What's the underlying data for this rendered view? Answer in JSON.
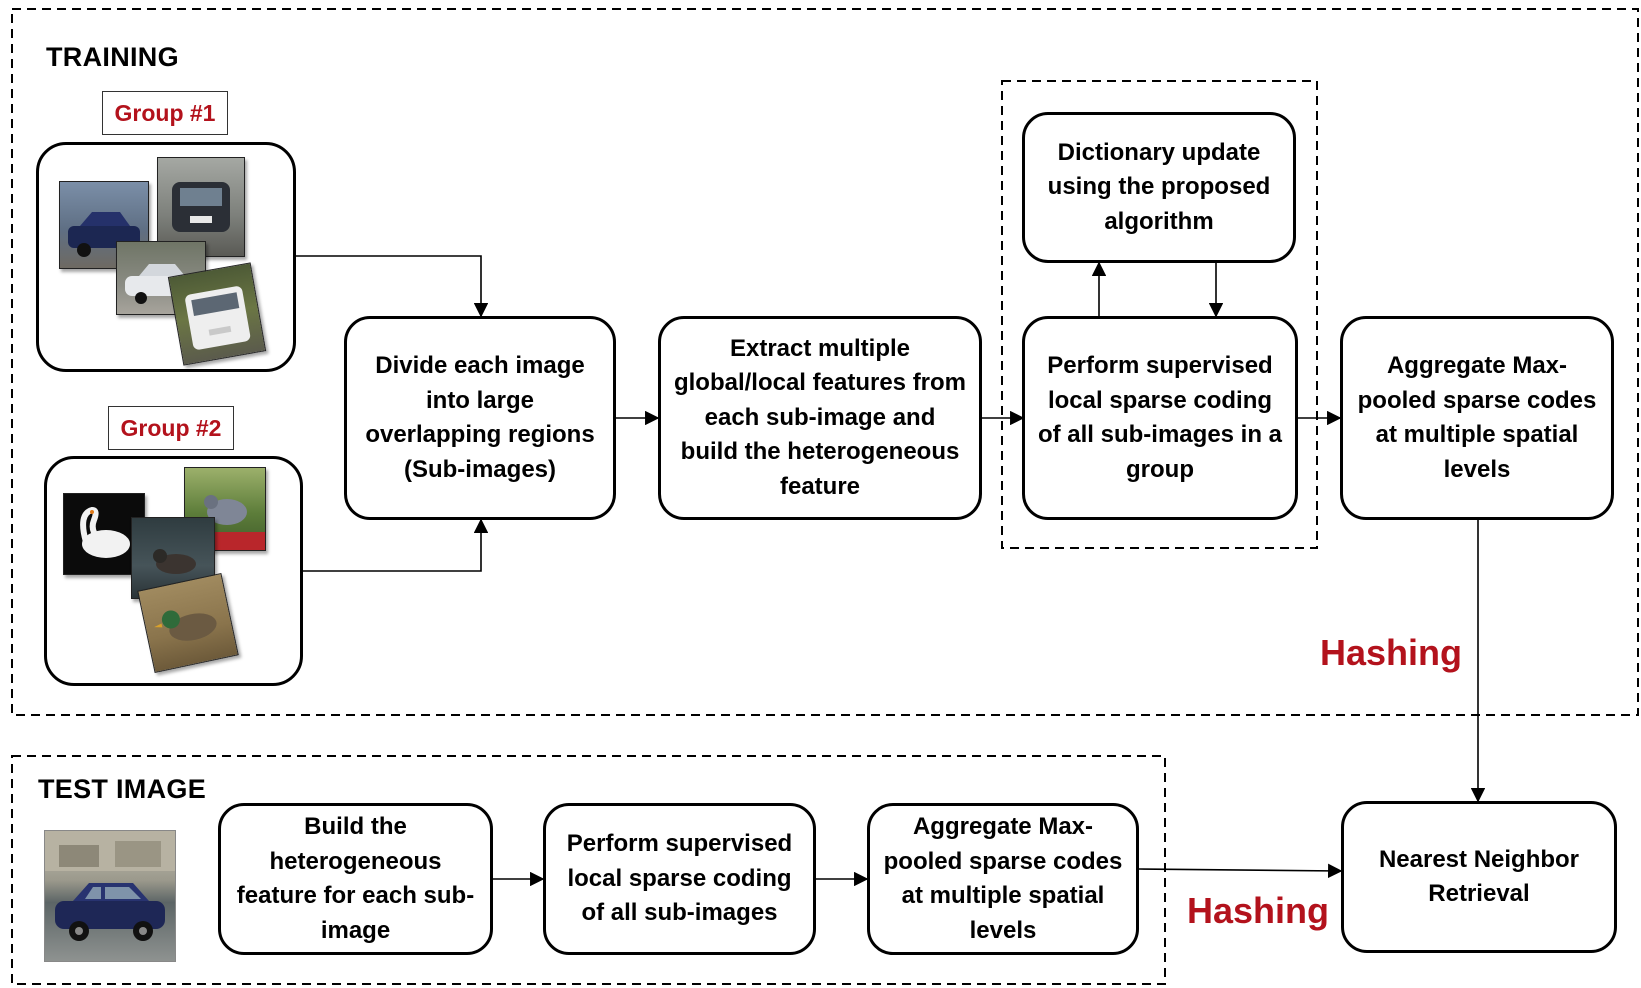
{
  "training": {
    "title": "TRAINING",
    "group1_label": "Group #1",
    "group2_label": "Group #2",
    "step_divide": "Divide each image into large overlapping regions (Sub-images)",
    "step_extract": "Extract multiple global/local features from each sub-image and build the heterogeneous feature",
    "step_dictionary": "Dictionary update using the proposed algorithm",
    "step_coding": "Perform supervised local sparse coding of all sub-images in a group",
    "step_aggregate": "Aggregate Max-pooled sparse codes at multiple spatial levels",
    "hashing_label": "Hashing"
  },
  "test": {
    "title": "TEST IMAGE",
    "step_build": "Build the heterogeneous feature for each sub-image",
    "step_coding": "Perform supervised local sparse coding of all sub-images",
    "step_aggregate": "Aggregate Max-pooled sparse codes at multiple spatial levels",
    "hashing_label": "Hashing"
  },
  "retrieval": {
    "label": "Nearest Neighbor Retrieval"
  },
  "colors": {
    "accent_red": "#b3121c",
    "line": "#000000"
  },
  "icons": {
    "group1_photos": "car-photo-icon",
    "group2_photos": "bird-photo-icon",
    "test_photo": "car-photo-icon"
  }
}
